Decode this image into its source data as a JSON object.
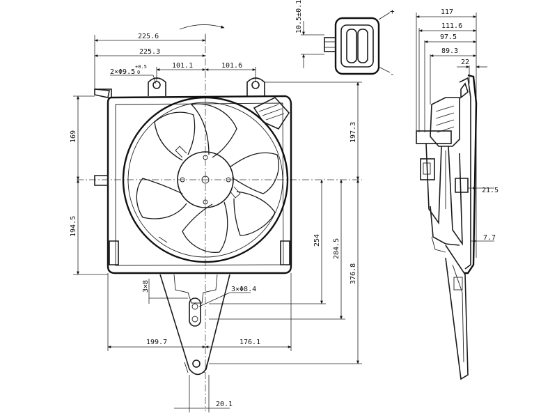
{
  "dimensions": {
    "top_overall_width": "225.6",
    "top_frame_width": "225.3",
    "mount_hole_spec": "2×Φ9.5",
    "mount_hole_tol": "+0.5",
    "mount_hole_tol_lower": "0",
    "left_mount_offset": "101.1",
    "right_mount_offset": "101.6",
    "upper_height": "169",
    "lower_height": "194.5",
    "right_upper_height": "197.3",
    "bracket_height": "254",
    "bracket_height_2": "284.5",
    "total_lower_height": "376.8",
    "bracket_hole_spec": "3×Φ8.4",
    "bracket_small": "3×8",
    "bottom_left_width": "199.7",
    "bottom_right_width": "176.1",
    "bottom_tab_width": "20.1",
    "connector_height": "10.5±0.1",
    "side_overall_depth": "117",
    "side_depth_2": "111.6",
    "side_depth_3": "97.5",
    "side_depth_4": "89.3",
    "side_depth_5": "22",
    "side_motor_offset": "21.5",
    "side_bracket_offset": "7.7"
  },
  "connector": {
    "plus_label": "+",
    "minus_label": "-"
  }
}
